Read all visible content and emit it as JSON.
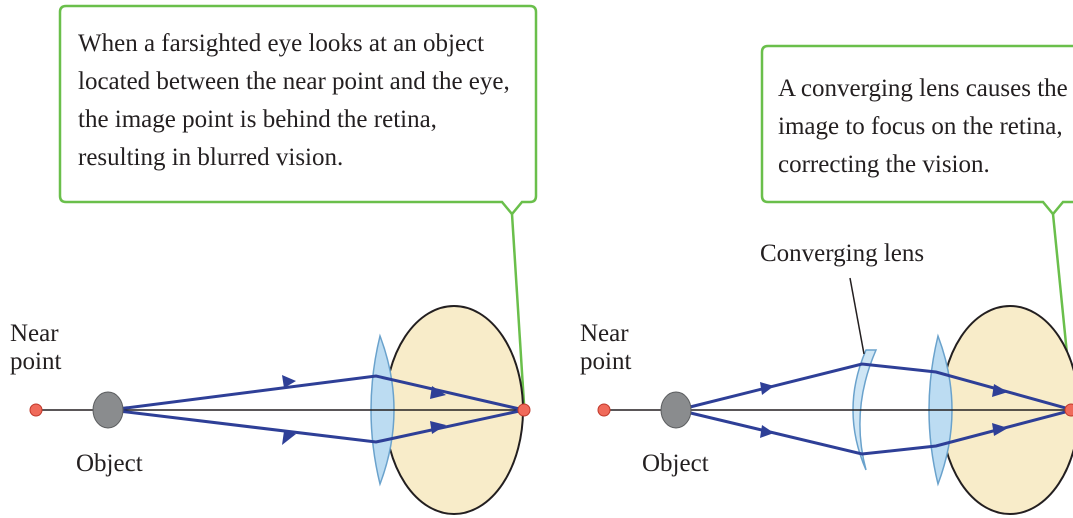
{
  "left_panel": {
    "callout_lines": [
      "When a farsighted eye looks at an object",
      "located between the near point and the eye,",
      "the image point is behind the retina,",
      "resulting in blurred vision."
    ],
    "near_point_label": [
      "Near",
      "point"
    ],
    "object_label": "Object"
  },
  "right_panel": {
    "callout_lines": [
      "A converging lens causes the",
      "image to focus on the retina,",
      "correcting the vision."
    ],
    "near_point_label": [
      "Near",
      "point"
    ],
    "object_label": "Object",
    "lens_label": "Converging lens"
  },
  "colors": {
    "callout_border": "#6abf4b",
    "ray": "#2e3f97",
    "eyeball": "#f8ecc9",
    "cornea": "#bcdcf2",
    "near_point": "#f06a5a",
    "object": "#8a8c8e"
  }
}
